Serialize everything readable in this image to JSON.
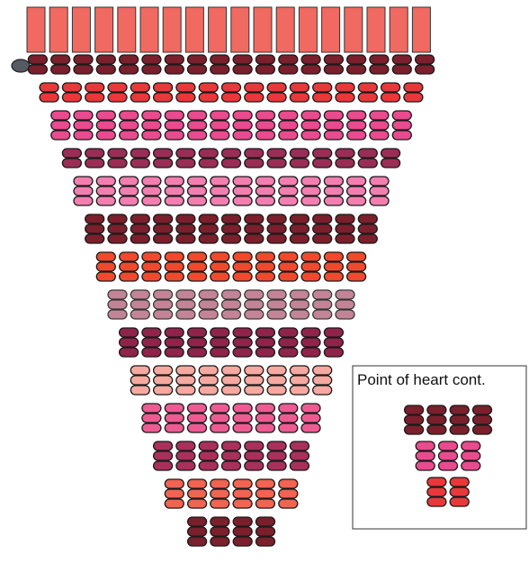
{
  "pattern": {
    "palette": {
      "fringe": "#f06a62",
      "dark_burgundy": "#7a1f2b",
      "red": "#e8383a",
      "hot_pink": "#ea4a8e",
      "plum": "#9a2d55",
      "light_pink": "#f37eb0",
      "orange_red": "#ef4a2e",
      "faded_mauve": "#b96f86",
      "magenta_wine": "#8f2349",
      "blush": "#f6a9a0",
      "rose": "#ec5c92",
      "raspberry": "#a8305a",
      "coral": "#f26352",
      "marker_grey": "#555a63"
    },
    "fringe_beads": 18,
    "bands": [
      {
        "color": "dark_burgundy",
        "columns": 18,
        "rows": 2
      },
      {
        "color": "red",
        "columns": 17,
        "rows": 2
      },
      {
        "color": "hot_pink",
        "columns": 16,
        "rows": 3
      },
      {
        "color": "plum",
        "columns": 15,
        "rows": 2
      },
      {
        "color": "light_pink",
        "columns": 14,
        "rows": 3
      },
      {
        "color": "dark_burgundy",
        "columns": 13,
        "rows": 3
      },
      {
        "color": "orange_red",
        "columns": 12,
        "rows": 3
      },
      {
        "color": "faded_mauve",
        "columns": 11,
        "rows": 3
      },
      {
        "color": "magenta_wine",
        "columns": 10,
        "rows": 3
      },
      {
        "color": "blush",
        "columns": 9,
        "rows": 3
      },
      {
        "color": "rose",
        "columns": 8,
        "rows": 3
      },
      {
        "color": "raspberry",
        "columns": 7,
        "rows": 3
      },
      {
        "color": "coral",
        "columns": 6,
        "rows": 3
      },
      {
        "color": "dark_burgundy",
        "columns": 4,
        "rows": 3
      }
    ]
  },
  "inset": {
    "title": "Point of heart cont.",
    "bands": [
      {
        "color": "dark_burgundy",
        "columns": 4,
        "rows": 3
      },
      {
        "color": "hot_pink",
        "columns": 3,
        "rows": 3
      },
      {
        "color": "red",
        "columns": 2,
        "rows": 3
      }
    ]
  }
}
